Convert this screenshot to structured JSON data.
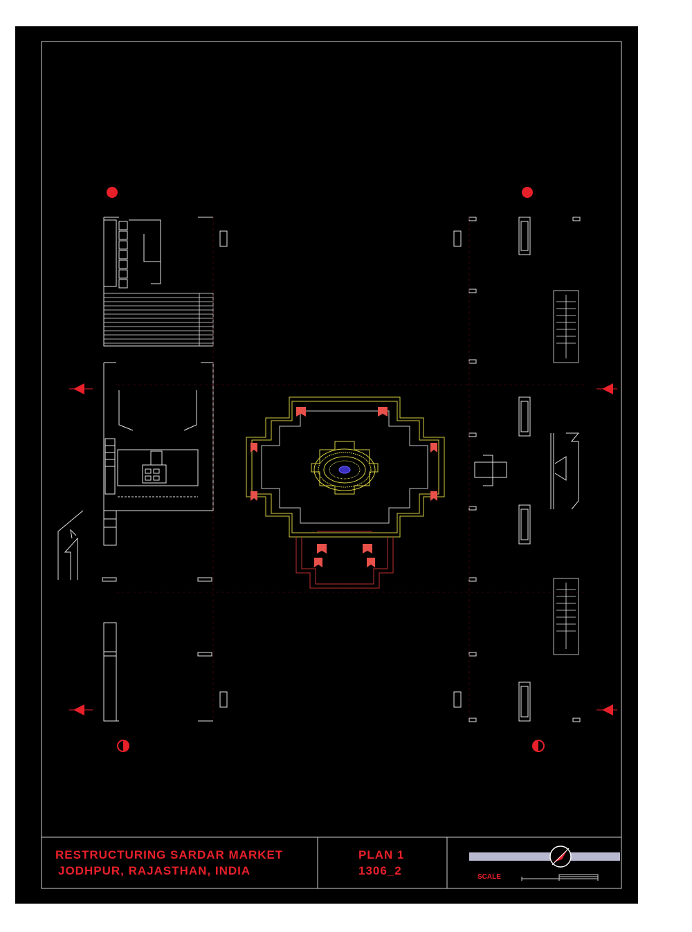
{
  "title_block": {
    "project_line1": "RESTRUCTURING SARDAR MARKET",
    "project_line2": "JODHPUR, RAJASTHAN, INDIA",
    "plan_label": "PLAN 1",
    "plan_code": "1306_2",
    "scale_label": "SCALE"
  },
  "colors": {
    "background": "#000000",
    "linework": "#e6e6e6",
    "accent": "#e8202a",
    "tower": "#d8d040",
    "dome_center": "#3a30c0"
  },
  "icons": [
    "north-arrow-icon",
    "section-marker-icon",
    "entry-arrow-icon"
  ]
}
